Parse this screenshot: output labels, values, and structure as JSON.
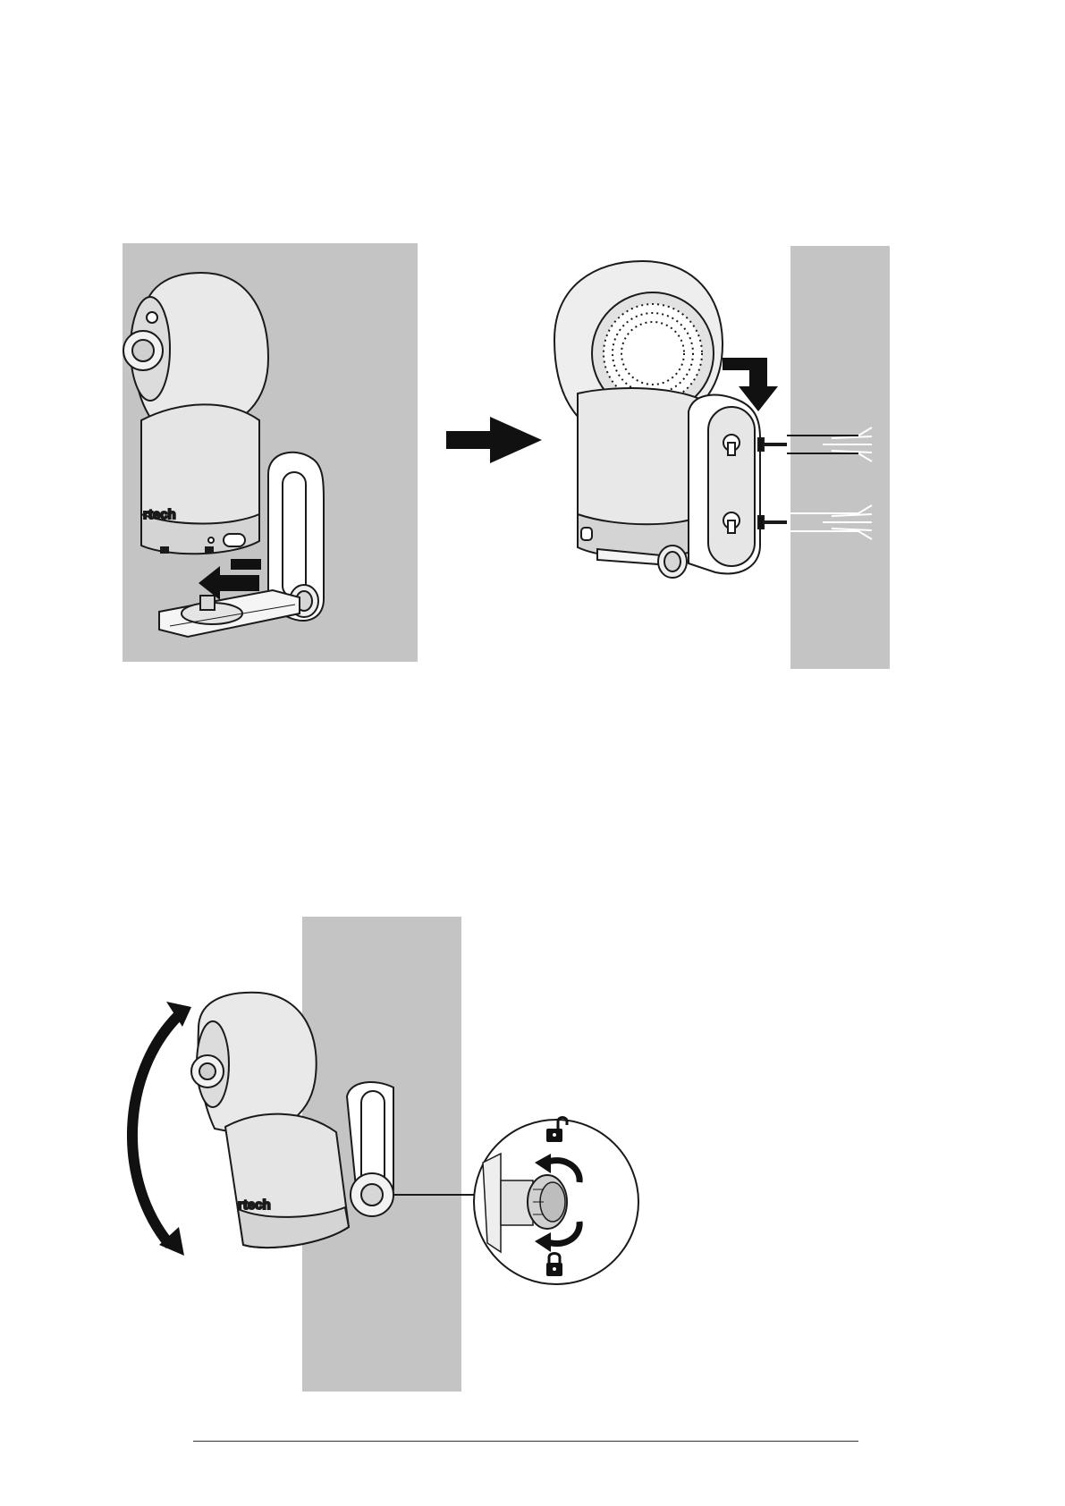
{
  "document": {
    "brand_label": "rtech",
    "figures": [
      {
        "id": "attach-base-to-camera"
      },
      {
        "id": "hang-camera-on-wall"
      },
      {
        "id": "adjust-tilt-and-lock-knob"
      }
    ]
  },
  "colors": {
    "wall": "#c4c4c4",
    "ink": "#1a1a1a",
    "camera_body": "#e9e9e9",
    "camera_shadow": "#d2d2d2",
    "arrow": "#111111"
  },
  "icons": {
    "arrow_right": "right-arrow-icon",
    "arrow_down": "down-arrow-icon",
    "tilt": "curved-double-arrow-icon",
    "locked": "padlock-locked-icon",
    "unlocked": "padlock-unlocked-icon",
    "rotate": "rotate-arrows-icon",
    "screw": "wall-anchor-screw-icon"
  }
}
